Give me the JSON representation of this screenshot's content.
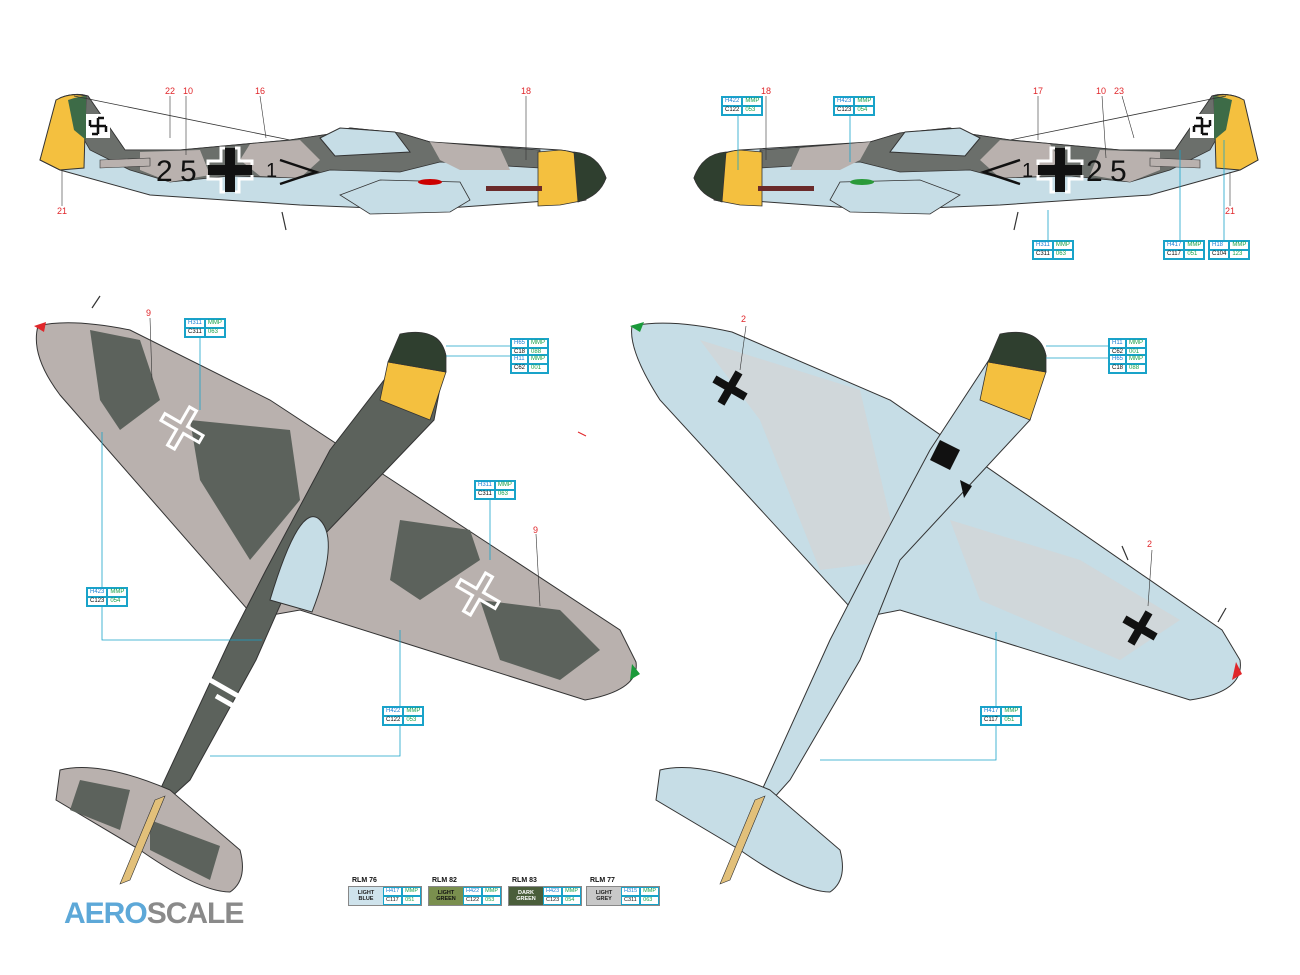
{
  "side_numbers": {
    "left": [
      "22",
      "10",
      "16",
      "18",
      "21"
    ],
    "right": [
      "18",
      "17",
      "10",
      "23",
      "21"
    ]
  },
  "plan_numbers": {
    "upper": [
      "9",
      "9"
    ],
    "lower": [
      "2",
      "2"
    ]
  },
  "fuselage_code": {
    "left_num": "2",
    "left_num2": "5",
    "left_plane": "1",
    "right_plane": "1",
    "right_num": "2",
    "right_num2": "5"
  },
  "callouts": {
    "right_side_1": {
      "h": "H422",
      "m": "MMP",
      "c": "C122",
      "v": "053"
    },
    "right_side_2": {
      "h": "H423",
      "m": "MMP",
      "c": "C123",
      "v": "054"
    },
    "right_side_3": {
      "h": "H311",
      "m": "MMP",
      "c": "C311",
      "v": "063"
    },
    "right_side_4": {
      "h": "H417",
      "m": "MMP",
      "c": "C117",
      "v": "051"
    },
    "right_side_5": {
      "h": "H18",
      "m": "MMP",
      "c": "C104",
      "v": "123"
    },
    "upper_1": {
      "h": "H311",
      "m": "MMP",
      "c": "C311",
      "v": "063"
    },
    "upper_2": {
      "h": "H65",
      "m": "MMP",
      "c": "C18",
      "v": "088"
    },
    "upper_3": {
      "h": "H11",
      "m": "MMP",
      "c": "C62",
      "v": "001"
    },
    "upper_4": {
      "h": "H311",
      "m": "MMP",
      "c": "C311",
      "v": "063"
    },
    "upper_5": {
      "h": "H423",
      "m": "MMP",
      "c": "C123",
      "v": "054"
    },
    "upper_6": {
      "h": "H422",
      "m": "MMP",
      "c": "C122",
      "v": "053"
    },
    "lower_1": {
      "h": "H11",
      "m": "MMP",
      "c": "C62",
      "v": "001"
    },
    "lower_2": {
      "h": "H65",
      "m": "MMP",
      "c": "C18",
      "v": "088"
    },
    "lower_3": {
      "h": "H417",
      "m": "MMP",
      "c": "C117",
      "v": "051"
    }
  },
  "legend": [
    {
      "title": "RLM 76",
      "line1": "LIGHT",
      "line2": "BLUE",
      "h": "H417",
      "m": "MMP",
      "c": "C117",
      "v": "051",
      "color": "#cfe3ec",
      "text": "#222222"
    },
    {
      "title": "RLM 82",
      "line1": "LIGHT",
      "line2": "GREEN",
      "h": "H422",
      "m": "MMP",
      "c": "C122",
      "v": "053",
      "color": "#7a8f4e",
      "text": "#111111"
    },
    {
      "title": "RLM 83",
      "line1": "DARK",
      "line2": "GREEN",
      "h": "H423",
      "m": "MMP",
      "c": "C123",
      "v": "054",
      "color": "#4a5e3a",
      "text": "#ffffff"
    },
    {
      "title": "RLM 77",
      "line1": "LIGHT",
      "line2": "GREY",
      "h": "H315",
      "m": "MMP",
      "c": "C311",
      "v": "063",
      "color": "#c8c8c8",
      "text": "#222222"
    }
  ],
  "logo": {
    "part1": "AERO",
    "part2": "SCALE"
  },
  "colors": {
    "light_blue": "#c6dde6",
    "light_grey": "#b9b1ae",
    "dark_grey": "#5c625c",
    "yellow": "#f4c03f",
    "nose_green": "#2f3f2f",
    "callout_line": "#19a3c9",
    "number_red": "#e0262a"
  }
}
